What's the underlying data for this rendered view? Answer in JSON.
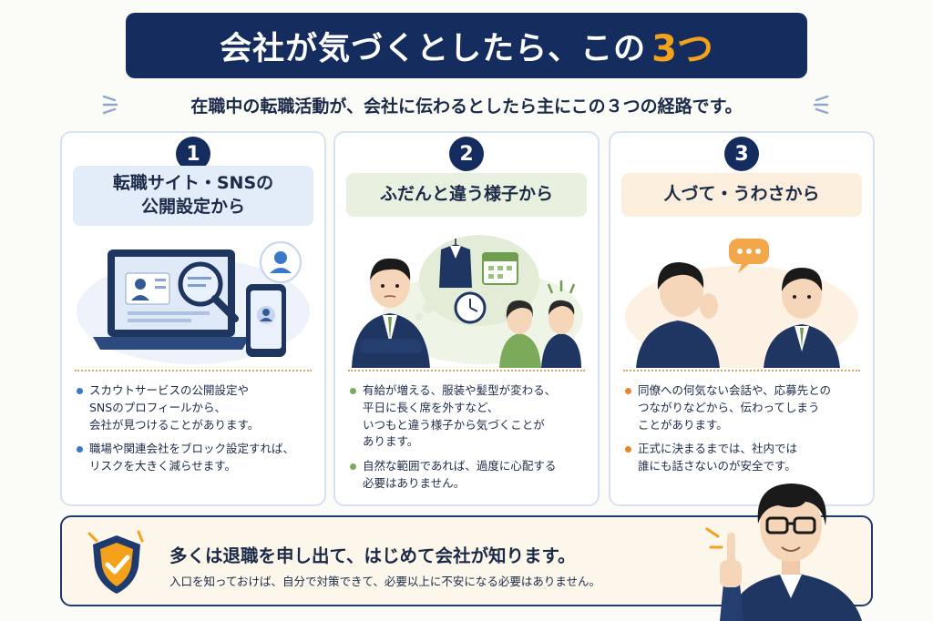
{
  "header": {
    "title": "会社が気づくとしたら、この",
    "title_accent": "3つ",
    "subtitle": "在職中の転職活動が、会社に伝わるとしたら主にこの３つの経路です。"
  },
  "cards": [
    {
      "number": "1",
      "heading": "転職サイト・SNSの\n公開設定から",
      "bullets": [
        "スカウトサービスの公開設定や\nSNSのプロフィールから、\n会社が見つけることがあります。",
        "職場や関連会社をブロック設定すれば、\nリスクを大きく減らせます。"
      ],
      "icons": [
        "laptop-icon",
        "magnifier-icon",
        "smartphone-icon",
        "user-icon"
      ]
    },
    {
      "number": "2",
      "heading": "ふだんと違う様子から",
      "bullets": [
        "有給が増える、服装や髪型が変わる、\n平日に長く席を外すなど、\nいつもと違う様子から気づくことが\nあります。",
        "自然な範囲であれば、過度に心配する\n必要はありません。"
      ],
      "icons": [
        "suit-icon",
        "calendar-icon",
        "clock-icon"
      ]
    },
    {
      "number": "3",
      "heading": "人づて・うわさから",
      "bullets": [
        "同僚への何気ない会話や、応募先との\nつながりなどから、伝わってしまう\nことがあります。",
        "正式に決まるまでは、社内では\n誰にも話さないのが安全です。"
      ],
      "icons": [
        "speech-bubble-icon"
      ]
    }
  ],
  "footer": {
    "main": "多くは退職を申し出て、はじめて会社が知ります。",
    "sub": "入口を知っておけば、自分で対策できて、必要以上に不安になる必要はありません。"
  },
  "colors": {
    "navy": "#142d5e",
    "accent_orange": "#f4a11c",
    "blue": "#3a78c9",
    "green": "#7bab5a",
    "orange": "#e8862b"
  }
}
